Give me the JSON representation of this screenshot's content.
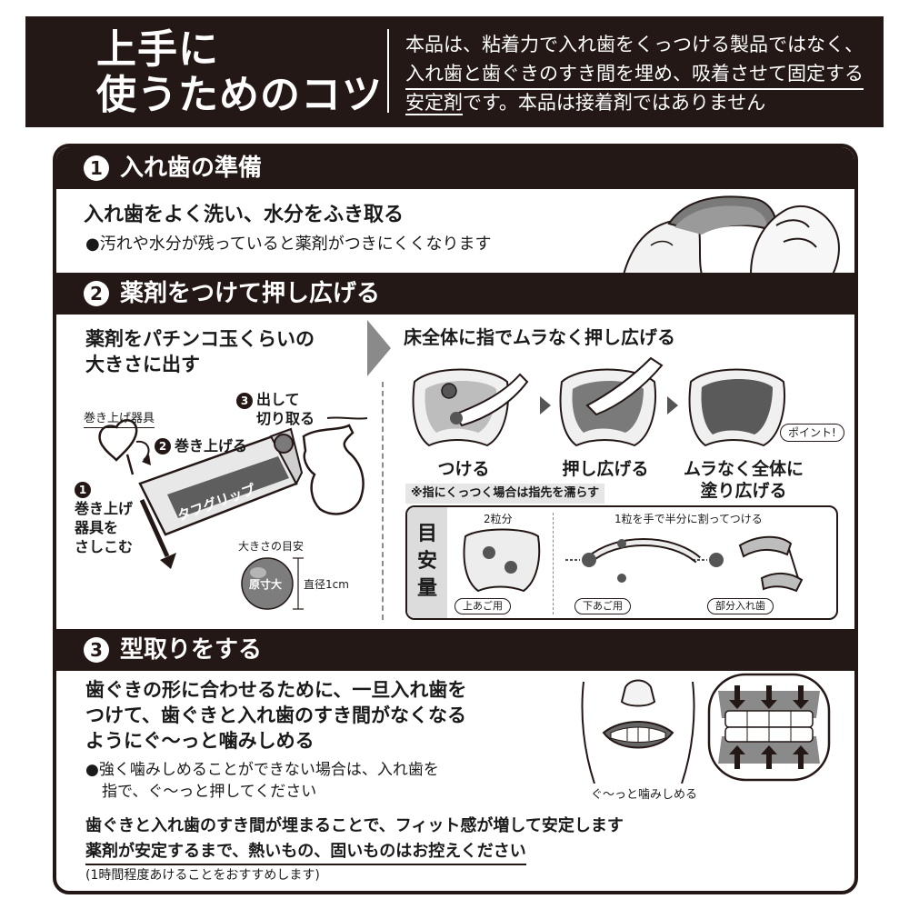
{
  "header": {
    "title_line1": "上手に",
    "title_line2": "使うためのコツ",
    "desc_line1": "本品は、粘着力で入れ歯をくっつける製品ではなく、",
    "desc_line2": "入れ歯と歯ぐきのすき間を埋め、吸着させて固定する",
    "desc_line3_underlined": "安定剤",
    "desc_line3_rest": "です。本品は接着剤ではありません"
  },
  "section1": {
    "number": "1",
    "title": "入れ歯の準備",
    "heading": "入れ歯をよく洗い、水分をふき取る",
    "note": "●汚れや水分が残っていると薬剤がつきにくくなります"
  },
  "section2": {
    "number": "2",
    "title": "薬剤をつけて押し広げる",
    "left_heading_line1": "薬剤をパチンコ玉くらいの",
    "left_heading_line2": "大きさに出す",
    "roller_label": "巻き上げ器具",
    "step1_num": "1",
    "step1_line1": "巻き上げ",
    "step1_line2": "器具を",
    "step1_line3": "さしこむ",
    "step2_num": "2",
    "step2_text": "巻き上げる",
    "step3_num": "3",
    "step3_line1": "出して",
    "step3_line2": "切り取る",
    "tube_brand": "タフグリップ",
    "size_guide_title": "大きさの目安",
    "size_actual": "原寸大",
    "size_diameter": "直径1cm",
    "right_heading": "床全体に指でムラなく押し広げる",
    "point_badge": "ポイント!",
    "step_attach": "つける",
    "step_spread": "押し広げる",
    "step_even_line1": "ムラなく全体に",
    "step_even_line2": "塗り広げる",
    "wet_tip": "※指にくっつく場合は指先を濡らす",
    "amount_label_chars": [
      "目",
      "安",
      "量"
    ],
    "amount_two": "2粒分",
    "amount_split": "1粒を手で半分に割ってつける",
    "upper_tag": "上あご用",
    "lower_tag": "下あご用",
    "partial_tag": "部分入れ歯"
  },
  "section3": {
    "number": "3",
    "title": "型取りをする",
    "heading_line1": "歯ぐきの形に合わせるために、一旦入れ歯を",
    "heading_line2": "つけて、歯ぐきと入れ歯のすき間がなくなる",
    "heading_line3": "ようにぐ～っと噛みしめる",
    "note_line1": "●強く噛みしめることができない場合は、入れ歯を",
    "note_line2": "指で、ぐ～っと押してください",
    "bite_caption": "ぐ～っと噛みしめる",
    "footer_line1": "歯ぐきと入れ歯のすき間が埋まることで、フィット感が増して安定します",
    "footer_line2": "薬剤が安定するまで、熱いもの、固いものはお控えください",
    "footer_line3": "(1時間程度あけることをおすすめします)"
  },
  "colors": {
    "dark": "#231815",
    "gray": "#8a8a8a",
    "light_gray": "#dcdcdc"
  }
}
